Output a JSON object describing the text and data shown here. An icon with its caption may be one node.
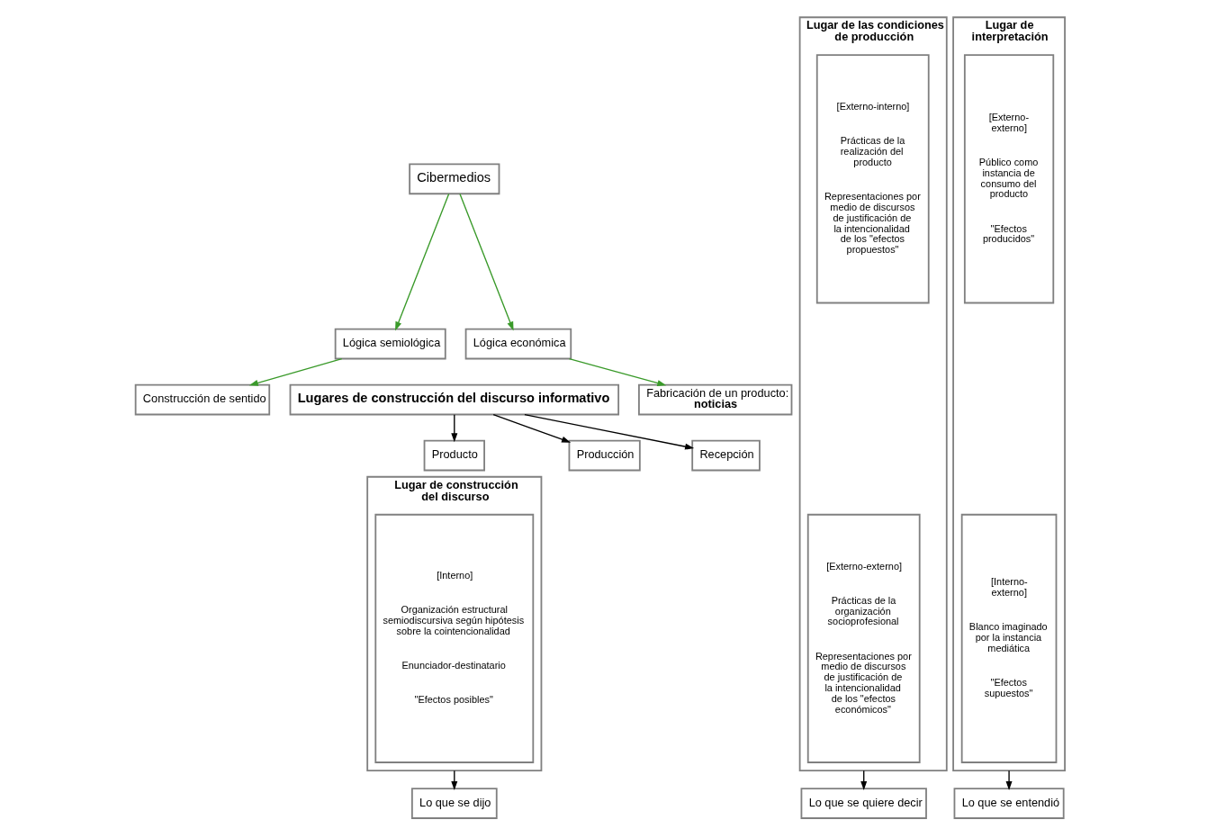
{
  "diagram": {
    "nodes": [
      {
        "text": [
          "Cibermedios"
        ]
      },
      {
        "text": [
          "Lógica económica"
        ]
      },
      {
        "text": [
          "Lógica semiológica"
        ]
      },
      {
        "text": [
          "Fabricación de un producto: **noticias**"
        ]
      },
      {
        "text": [
          "Construcción de sentido"
        ]
      },
      {
        "text": [
          "Lugares de construcción del discurso informativo"
        ]
      },
      {
        "text": [
          "Producción"
        ]
      },
      {
        "text": [
          "Producto"
        ]
      },
      {
        "text": [
          "Recepción"
        ]
      },
      {
        "text": [
          "Lugar de las condiciones de producción"
        ]
      },
      {
        "text": [
          "[Externo-externo]",
          "Prácticas de la organización socioprofesional",
          "Representaciones por medio de discursos de justificación de la intencionalidad de los \"efectos económicos\""
        ],
        "in": 9
      },
      {
        "text": [
          "[Externo-interno]",
          "Prácticas de la realización del producto",
          "Representaciones por medio de discursos de justificación de la intencionalidad de los \"efectos propuestos\""
        ],
        "in": 9
      },
      {
        "text": [
          "Lugar de construcción del discurso"
        ]
      },
      {
        "text": [
          "[Interno]",
          "Organización estructural semiodiscursiva según hipótesis sobre la cointencionalidad",
          "Enunciador-destinatario",
          "\"Efectos posibles\""
        ],
        "in": 12
      },
      {
        "text": [
          "Lugar de interpretación"
        ]
      },
      {
        "text": [
          "[Interno-externo]",
          "Blanco imaginado por la instancia mediática",
          "\"Efectos supuestos\""
        ],
        "in": 14
      },
      {
        "text": [
          "[Externo-externo]",
          "Público como instancia de consumo del producto",
          "\"Efectos producidos\""
        ],
        "in": 14
      },
      {
        "text": [
          "Lo que se quiere decir"
        ]
      },
      {
        "text": [
          "Lo que se dijo"
        ]
      },
      {
        "text": [
          "Lo que se entendió"
        ]
      }
    ],
    "edges": [
      {
        "from": 0,
        "to": 1,
        "arrow": "to",
        "color": "#3a9a2a"
      },
      {
        "from": 0,
        "to": 2,
        "arrow": "to",
        "color": "#3a9a2a"
      },
      {
        "from": 1,
        "to": 3,
        "arrow": "to",
        "color": "#3a9a2a"
      },
      {
        "from": 2,
        "to": 4,
        "arrow": "to",
        "color": "#3a9a2a"
      },
      {
        "from": 5,
        "to": 6,
        "arrow": "to"
      },
      {
        "from": 5,
        "to": 7,
        "arrow": "to"
      },
      {
        "from": 5,
        "to": 8,
        "arrow": "to"
      },
      {
        "from": 9,
        "to": 17,
        "arrow": "to"
      },
      {
        "from": 12,
        "to": 18,
        "arrow": "to"
      },
      {
        "from": 14,
        "to": 19,
        "arrow": "to"
      }
    ]
  }
}
